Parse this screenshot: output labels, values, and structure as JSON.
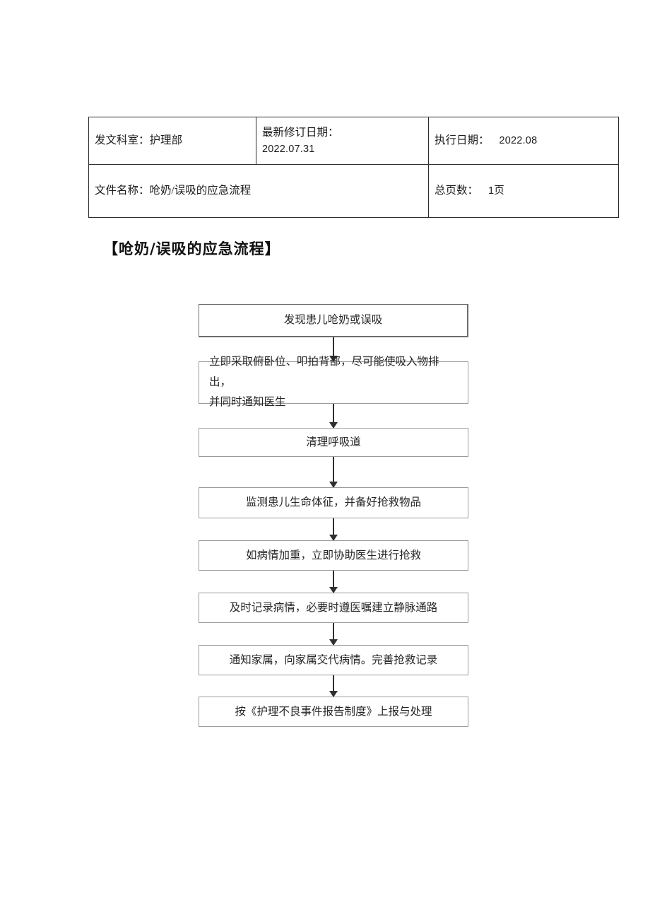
{
  "header_table": {
    "rows": [
      {
        "cells": [
          {
            "label": "发文科室：护理部",
            "type": "single"
          },
          {
            "label": "最新修订日期：",
            "value": "2022.07.31",
            "type": "two-line"
          },
          {
            "label": "执行日期：",
            "value": "2022.08",
            "type": "label-value"
          }
        ]
      },
      {
        "cells": [
          {
            "label": "文件名称：呛奶/误吸的应急流程",
            "type": "single-wide"
          },
          {
            "label": "总页数：",
            "value": "1页",
            "type": "label-value"
          }
        ]
      }
    ]
  },
  "section": {
    "title": "【呛奶/误吸的应急流程】"
  },
  "flowchart": {
    "type": "flowchart",
    "orientation": "vertical",
    "steps": [
      {
        "id": "step-1",
        "text": "发现患儿呛奶或误吸"
      },
      {
        "id": "step-2",
        "line1": "立即采取俯卧位、叩拍背部，尽可能使吸入物排出，",
        "line2": "并同时通知医生"
      },
      {
        "id": "step-3",
        "text": "清理呼吸道"
      },
      {
        "id": "step-4",
        "text": "监测患儿生命体征，并备好抢救物品"
      },
      {
        "id": "step-5",
        "text": "如病情加重，立即协助医生进行抢救"
      },
      {
        "id": "step-6",
        "text": "及时记录病情，必要时遵医嘱建立静脉通路"
      },
      {
        "id": "step-7",
        "text": "通知家属，向家属交代病情。完善抢救记录"
      },
      {
        "id": "step-8",
        "text": "按《护理不良事件报告制度》上报与处理"
      }
    ]
  }
}
